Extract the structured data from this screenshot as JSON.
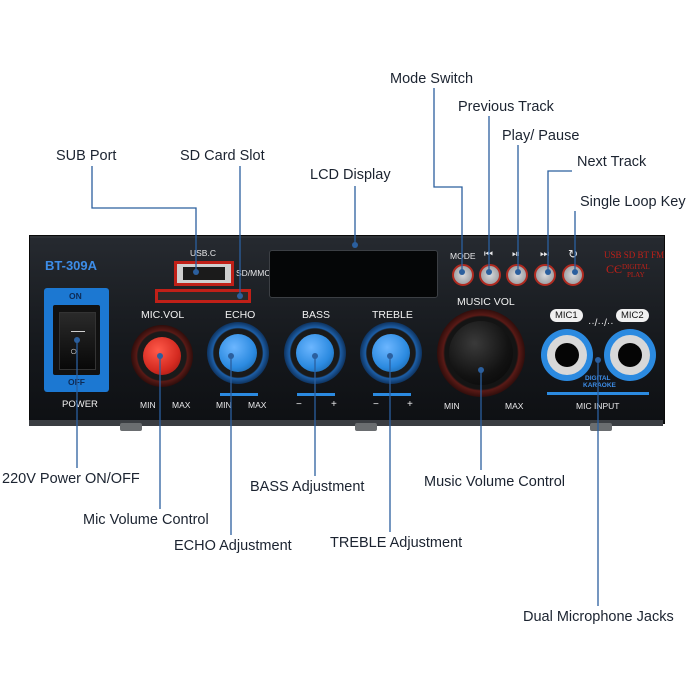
{
  "callouts": {
    "mode_switch": "Mode Switch",
    "previous_track": "Previous Track",
    "play_pause": "Play/ Pause",
    "next_track": "Next Track",
    "single_loop_key": "Single Loop Key",
    "sub_port": "SUB Port",
    "sd_card_slot": "SD Card Slot",
    "lcd_display": "LCD Display",
    "power": "220V Power ON/OFF",
    "mic_volume": "Mic Volume Control",
    "echo": "ECHO Adjustment",
    "bass": "BASS Adjustment",
    "treble": "TREBLE Adjustment",
    "music_volume": "Music Volume Control",
    "dual_mic": "Dual Microphone Jacks"
  },
  "panel": {
    "model": "BT-309A",
    "usb_label": "USB.C",
    "sd_label": "SD/MMC",
    "switch_on": "ON",
    "switch_off": "OFF",
    "power_label": "POWER",
    "mic_vol_label": "MIC.VOL",
    "echo_label": "ECHO",
    "bass_label": "BASS",
    "treble_label": "TREBLE",
    "music_vol_label": "MUSIC VOL",
    "min": "MIN",
    "max": "MAX",
    "minus": "−",
    "plus": "+",
    "mode_label": "MODE",
    "mic1": "MIC1",
    "mic2": "MIC2",
    "digital_karaoke_1": "DIGITAL",
    "digital_karaoke_2": "KARAOKE",
    "mic_input": "MIC INPUT",
    "source_text": "USB SD BT FM",
    "digital_play_1": "DIGITAL",
    "digital_play_2": "PLAY"
  },
  "icons": {
    "prev": "⏮",
    "play": "⏯",
    "next": "⏭",
    "loop": "↻"
  },
  "colors": {
    "knob_blue": "#2b8ae0",
    "knob_red": "#d42a20",
    "panel_black": "#15181c",
    "callout_line": "#2b5f9e",
    "accent_red": "#c02018"
  }
}
